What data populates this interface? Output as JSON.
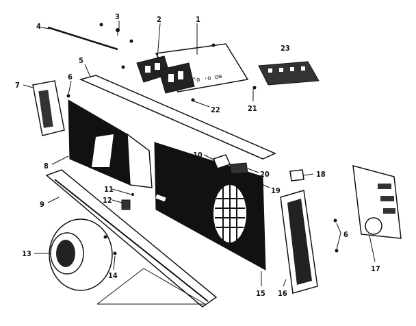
{
  "callouts": [
    {
      "id": "p1",
      "text": "1"
    },
    {
      "id": "p2",
      "text": "2"
    },
    {
      "id": "p3",
      "text": "3"
    },
    {
      "id": "p4",
      "text": "4"
    },
    {
      "id": "p5",
      "text": "5"
    },
    {
      "id": "p6a",
      "text": "6"
    },
    {
      "id": "p6b",
      "text": "6"
    },
    {
      "id": "p7",
      "text": "7"
    },
    {
      "id": "p8",
      "text": "8"
    },
    {
      "id": "p9",
      "text": "9"
    },
    {
      "id": "p10",
      "text": "10"
    },
    {
      "id": "p11",
      "text": "11"
    },
    {
      "id": "p12",
      "text": "12"
    },
    {
      "id": "p13",
      "text": "13"
    },
    {
      "id": "p14",
      "text": "14"
    },
    {
      "id": "p15",
      "text": "15"
    },
    {
      "id": "p16",
      "text": "16"
    },
    {
      "id": "p17",
      "text": "17"
    },
    {
      "id": "p18",
      "text": "18"
    },
    {
      "id": "p19",
      "text": "19"
    },
    {
      "id": "p20",
      "text": "20"
    },
    {
      "id": "p21",
      "text": "21"
    },
    {
      "id": "p22",
      "text": "22"
    },
    {
      "id": "p23",
      "text": "23"
    }
  ]
}
